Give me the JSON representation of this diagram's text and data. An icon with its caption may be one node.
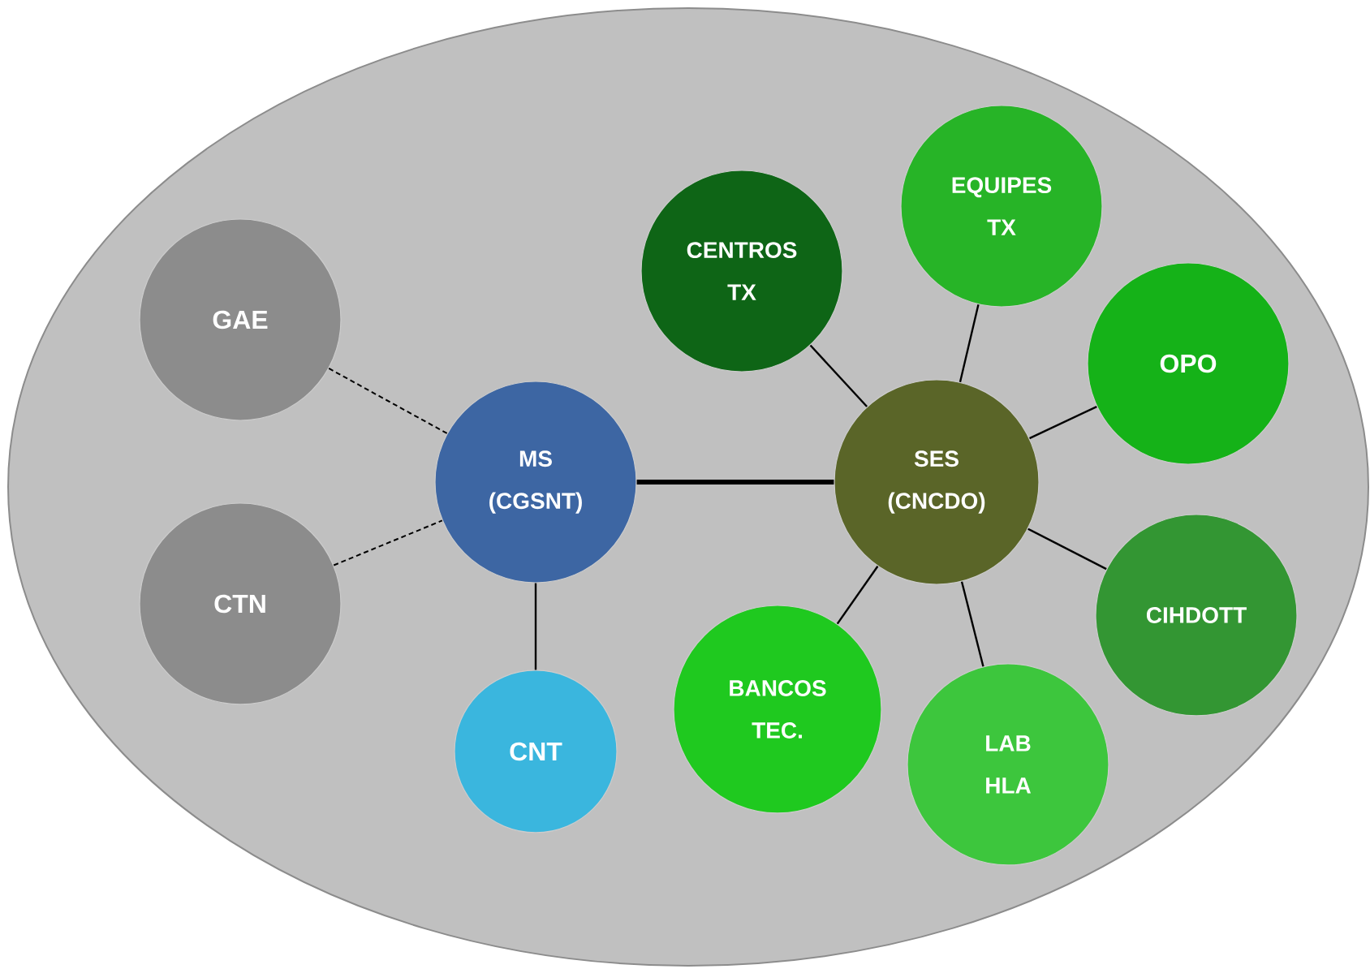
{
  "diagram": {
    "nodes": [
      {
        "text": [],
        "shape": "ellipse"
      },
      {
        "text": [
          "GAE"
        ],
        "in": 0
      },
      {
        "text": [
          "CTN"
        ],
        "in": 0
      },
      {
        "text": [
          "MS",
          "(CGSNT)"
        ],
        "in": 0
      },
      {
        "text": [
          "CNT"
        ],
        "in": 0
      },
      {
        "text": [
          "CENTROS",
          "TX"
        ],
        "in": 0
      },
      {
        "text": [
          "EQUIPES",
          "TX"
        ],
        "in": 0
      },
      {
        "text": [
          "OPO"
        ],
        "in": 0
      },
      {
        "text": [
          "SES",
          "(CNCDO)"
        ],
        "in": 0
      },
      {
        "text": [
          "CIHDOTT"
        ],
        "in": 0
      },
      {
        "text": [
          "BANCOS",
          "TEC."
        ],
        "in": 0
      },
      {
        "text": [
          "LAB",
          "HLA"
        ],
        "in": 0
      }
    ],
    "edges": [
      {
        "from": 1,
        "to": 3,
        "arrow": "none",
        "style": "dashed"
      },
      {
        "from": 2,
        "to": 3,
        "arrow": "none",
        "style": "dashed"
      },
      {
        "from": 3,
        "to": 8,
        "arrow": "none",
        "style": "thick"
      },
      {
        "from": 3,
        "to": 4,
        "arrow": "none"
      },
      {
        "from": 8,
        "to": 5,
        "arrow": "none"
      },
      {
        "from": 8,
        "to": 6,
        "arrow": "none"
      },
      {
        "from": 8,
        "to": 7,
        "arrow": "none"
      },
      {
        "from": 8,
        "to": 9,
        "arrow": "none"
      },
      {
        "from": 8,
        "to": 10,
        "arrow": "none"
      },
      {
        "from": 8,
        "to": 11,
        "arrow": "none"
      }
    ]
  }
}
